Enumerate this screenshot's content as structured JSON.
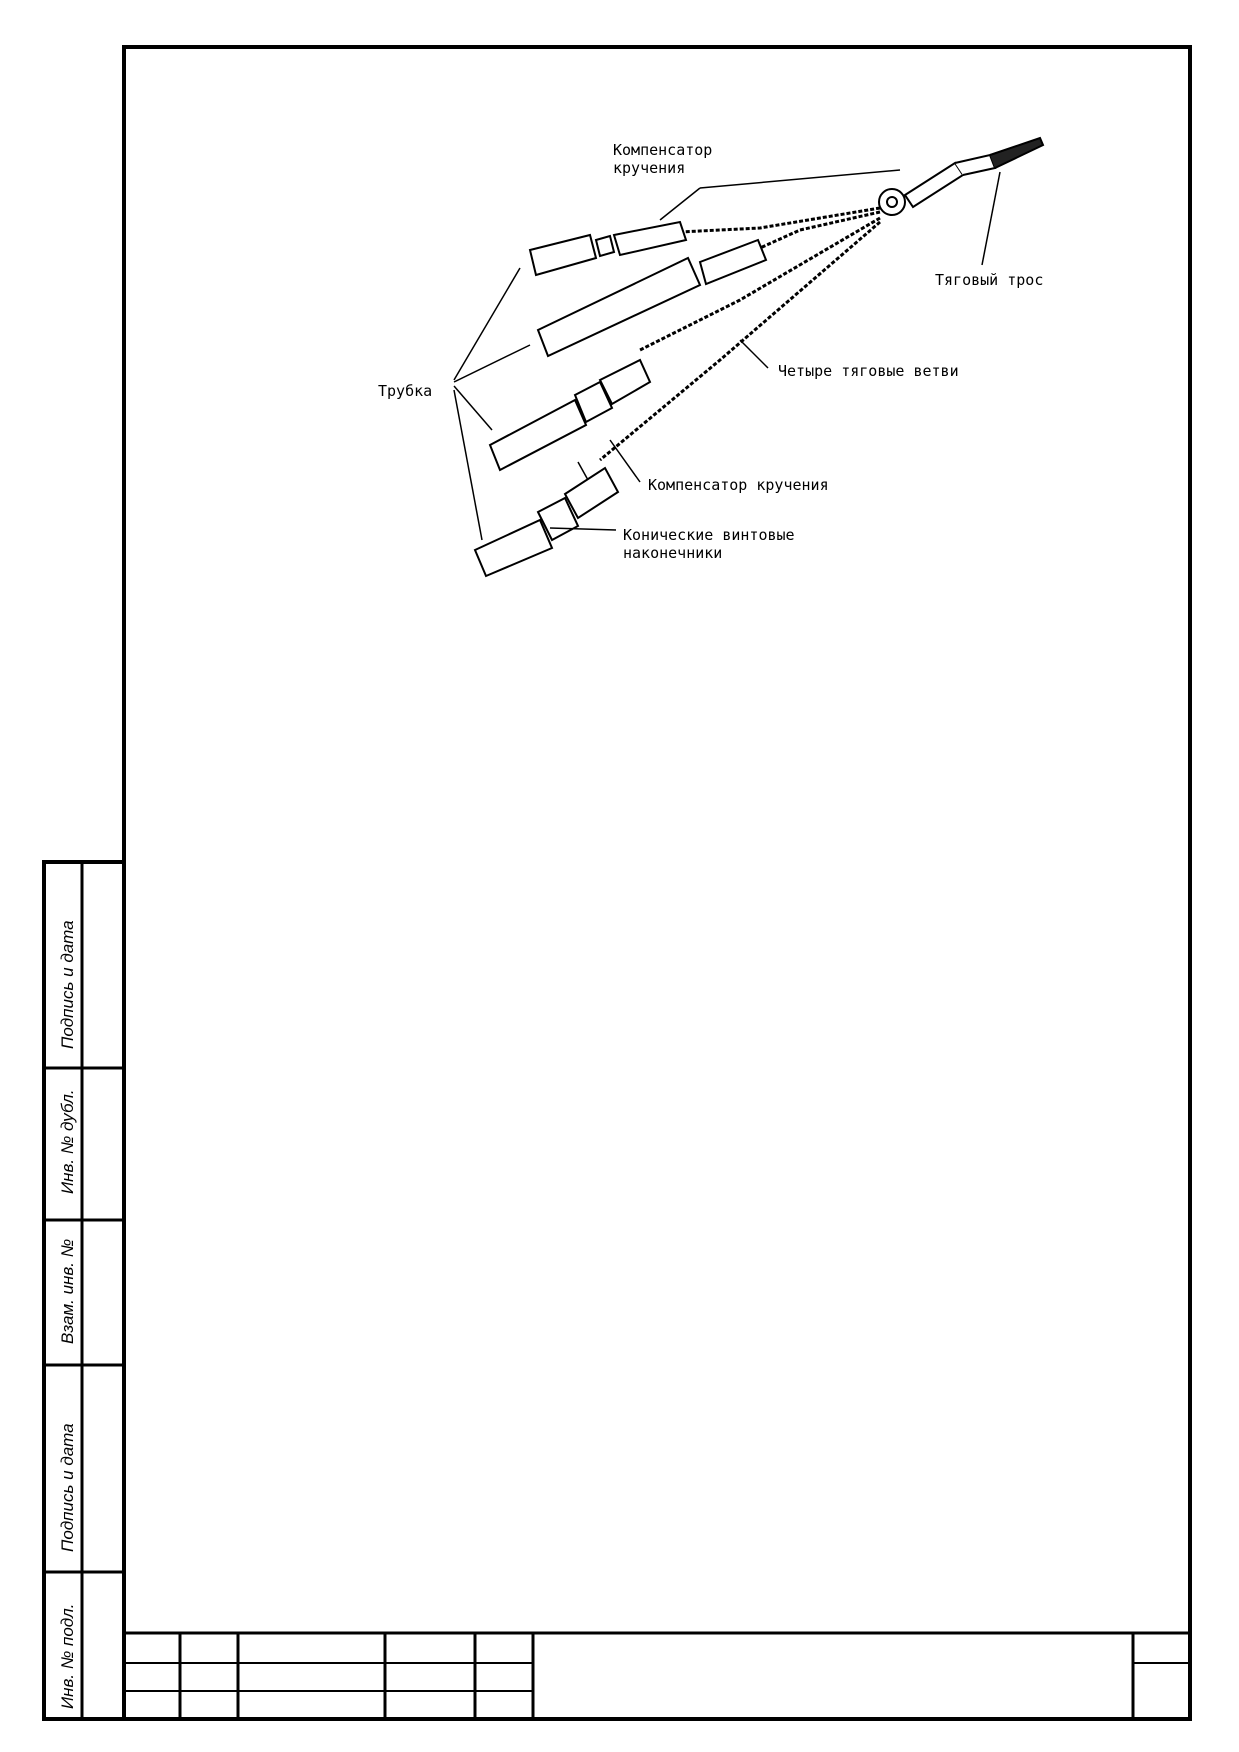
{
  "side_stamp": {
    "labels": [
      "Подпись и дата",
      "Инв. № дубл.",
      "Взам. инв. №",
      "Подпись и дата",
      "Инв. № подл."
    ]
  },
  "figure": {
    "labels": {
      "top_compensator_line1": "Компенсатор",
      "top_compensator_line2": "кручения",
      "pulling_cable": "Тяговый трос",
      "tube": "Трубка",
      "four_branches": "Четыре тяговые ветви",
      "bottom_compensator": "Компенсатор кручения",
      "tips_line1": "Конические винтовые",
      "tips_line2": "наконечники"
    }
  }
}
